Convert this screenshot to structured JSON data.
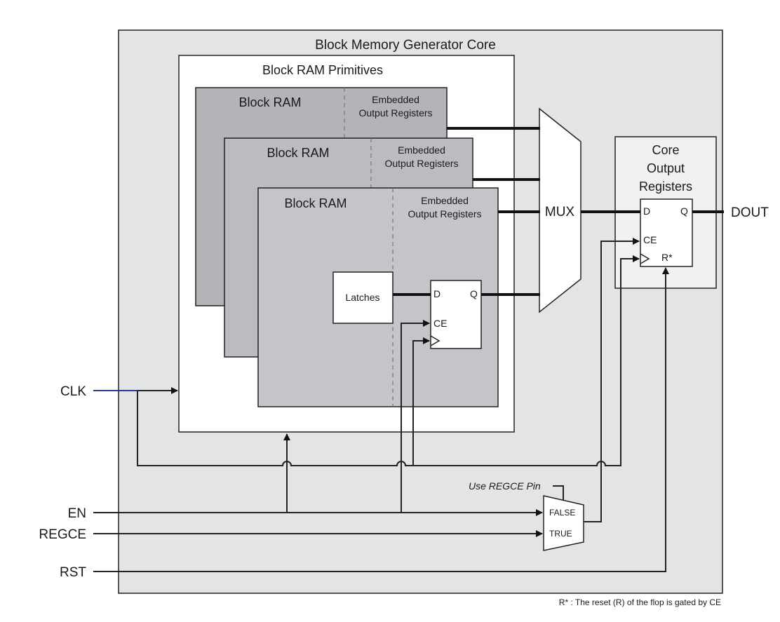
{
  "core": {
    "title": "Block Memory Generator Core"
  },
  "primitives": {
    "title": "Block RAM Primitives"
  },
  "block_rams": [
    {
      "label": "Block RAM",
      "registers_line1": "Embedded",
      "registers_line2": "Output Registers"
    },
    {
      "label": "Block RAM",
      "registers_line1": "Embedded",
      "registers_line2": "Output Registers"
    },
    {
      "label": "Block RAM",
      "registers_line1": "Embedded",
      "registers_line2": "Output Registers"
    }
  ],
  "latches": {
    "label": "Latches"
  },
  "embedded_flop": {
    "d": "D",
    "q": "Q",
    "ce": "CE"
  },
  "mux": {
    "label": "MUX"
  },
  "core_output_registers": {
    "title_line1": "Core",
    "title_line2": "Output",
    "title_line3": "Registers",
    "d": "D",
    "q": "Q",
    "ce": "CE",
    "r": "R*"
  },
  "regce_mux": {
    "select_label": "Use REGCE Pin",
    "false_label": "FALSE",
    "true_label": "TRUE"
  },
  "signals": {
    "clk": "CLK",
    "en": "EN",
    "regce": "REGCE",
    "rst": "RST",
    "dout": "DOUT"
  },
  "footnote": "R* : The reset (R) of the flop is gated by CE",
  "colors": {
    "core_fill": "#e3e4e6",
    "panel_fill": "#ffffff",
    "bram_back_fill": "#b3b4b8",
    "bram_front_fill": "#c4c5c9",
    "registers_box_fill": "#f1f1f2",
    "clk_wire": "#2b3a8f",
    "stroke": "#222222"
  }
}
